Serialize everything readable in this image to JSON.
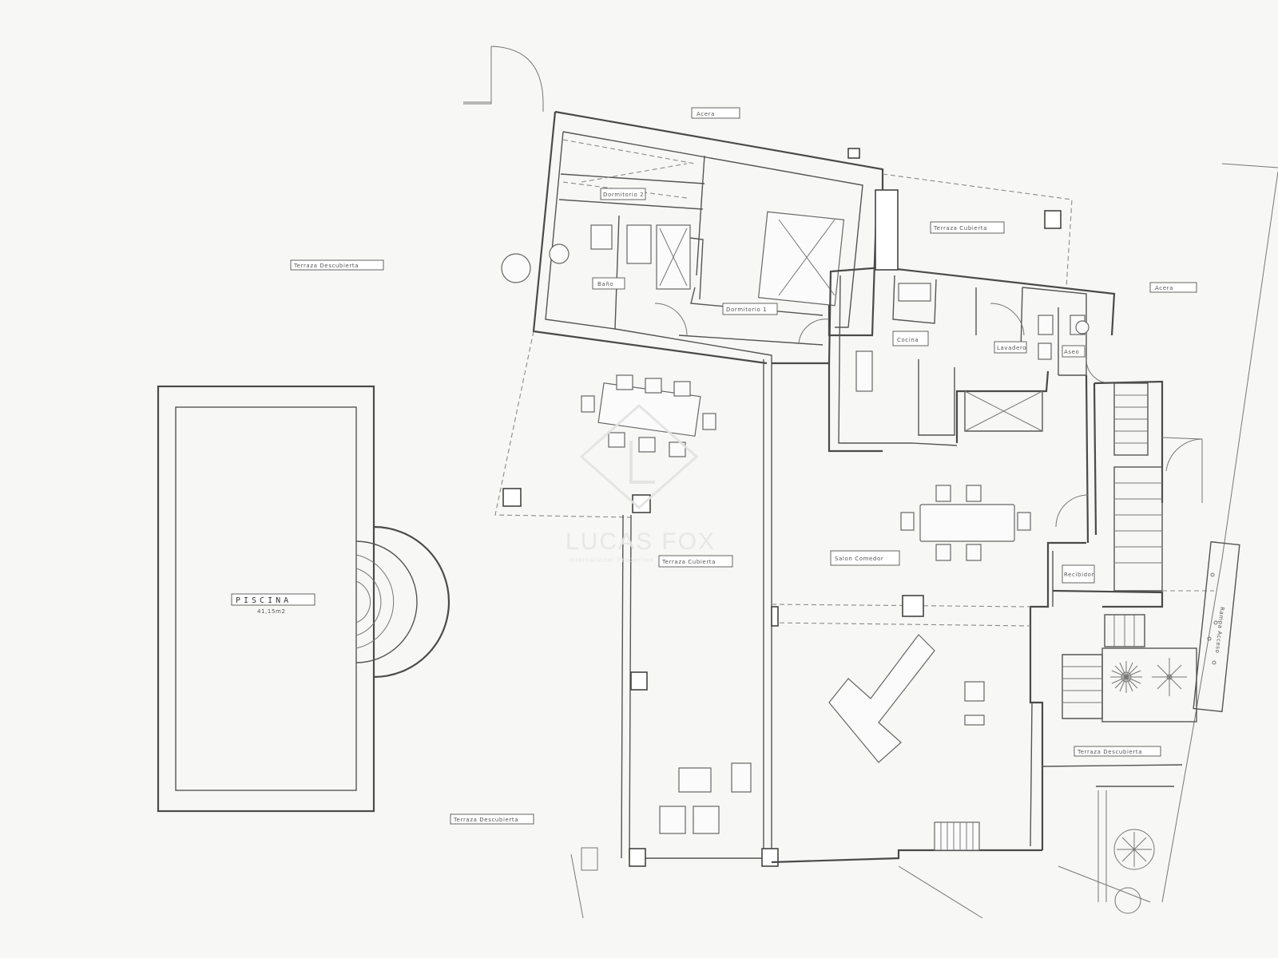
{
  "plan": {
    "labels": {
      "north_strip": "Acera",
      "east_strip": "Acera",
      "terrace_uncovered_nw": "Terraza Descubierta",
      "terrace_uncovered_sw": "Terraza Descubierta",
      "terrace_uncovered_se": "Terraza Descubierta",
      "terrace_covered_ne": "Terraza Cubierta",
      "terrace_covered_center": "Terraza Cubierta",
      "bedroom_1": "Dormitorio 1",
      "bedroom_2": "Dormitorio 2",
      "bath_1": "Baño",
      "kitchen": "Cocina",
      "laundry": "Lavadero",
      "bath_2": "Aseo",
      "living": "Salon Comedor",
      "hall": "Recibidor",
      "pool": "PISCINA",
      "pool_area": "41,15m2",
      "stairs_note": "Rampa Acceso"
    },
    "watermark": {
      "brand": "LUCAS FOX",
      "tagline": "International Properties"
    }
  }
}
